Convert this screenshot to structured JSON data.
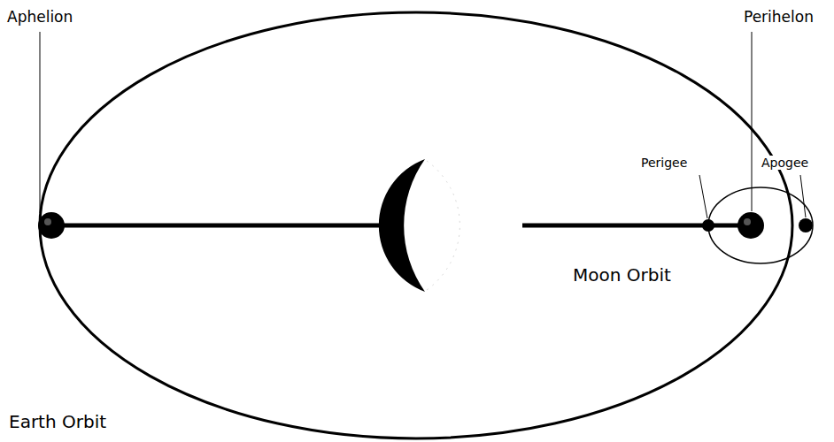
{
  "diagram": {
    "labels": [
      "Aphelion",
      "Perihelon",
      "Perigee",
      "Apogee",
      "Moon Orbit",
      "Earth Orbit"
    ]
  }
}
